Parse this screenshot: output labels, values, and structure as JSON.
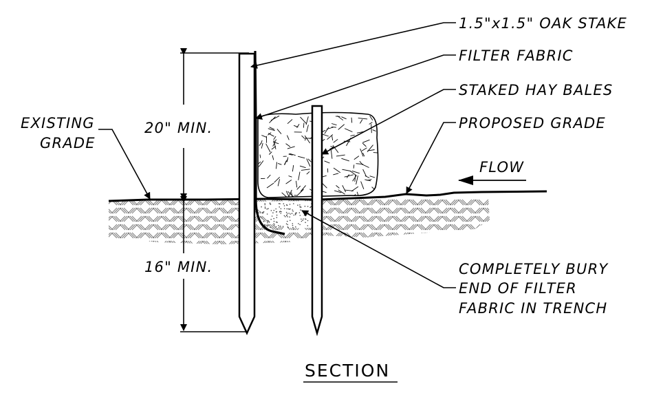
{
  "labels": {
    "oak_stake": "1.5\"x1.5\" OAK STAKE",
    "filter_fabric": "FILTER FABRIC",
    "staked_hay_bales": "STAKED HAY BALES",
    "proposed_grade": "PROPOSED GRADE",
    "existing_grade_line1": "EXISTING",
    "existing_grade_line2": "GRADE",
    "flow": "FLOW",
    "dim_above": "20\" MIN.",
    "dim_below": "16\" MIN.",
    "bury_line1": "COMPLETELY BURY",
    "bury_line2": "END OF FILTER",
    "bury_line3": "FABRIC IN TRENCH",
    "section_title": "SECTION"
  }
}
